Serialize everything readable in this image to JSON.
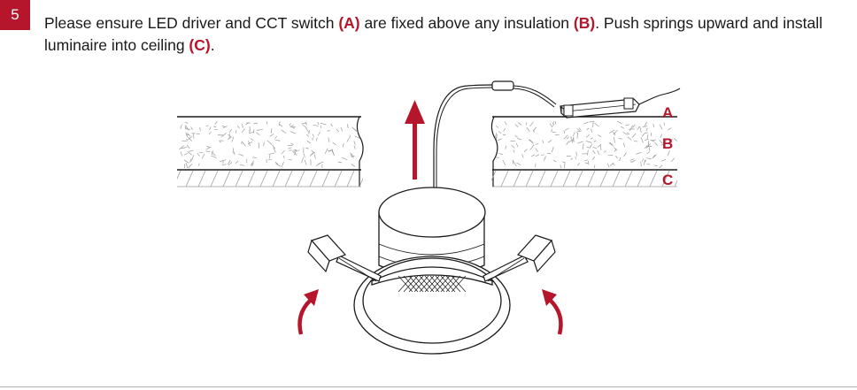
{
  "step": {
    "number": "5"
  },
  "instruction": {
    "t1": "Please ensure LED driver and CCT switch ",
    "a": "(A)",
    "t2": " are fixed above any insulation ",
    "b": "(B)",
    "t3": ". Push springs upward and install luminaire into ceiling ",
    "c": "(C)",
    "t4": "."
  },
  "figure": {
    "labels": {
      "a": "A",
      "b": "B",
      "c": "C"
    }
  },
  "colors": {
    "accent": "#b5162b",
    "line": "#1a1a1a",
    "texture": "#9a9a9a"
  }
}
